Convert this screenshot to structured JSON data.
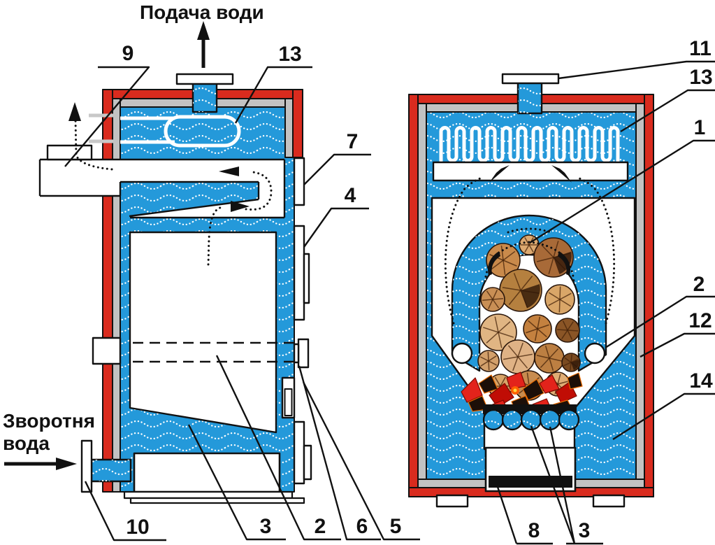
{
  "annotations": {
    "supply_water": "Подача води",
    "return_water": "Зворотня вода"
  },
  "callout_numbers": {
    "left_view": {
      "flue_gas_duct": "9",
      "heating_coil": "13",
      "upper_door": "7",
      "middle_door": "4",
      "return_inlet": "10",
      "water_slope": "3",
      "air_channel": "2",
      "damper_handle": "6",
      "damper_slot": "5"
    },
    "right_view": {
      "supply_flange": "11",
      "heating_coil": "13",
      "combustion_arch": "1",
      "air_nozzle": "2",
      "insulation": "12",
      "water_jacket": "14",
      "ash_pan": "8",
      "grate_tubes": "3"
    }
  },
  "colors": {
    "shell_red": "#D92B1E",
    "insulation_gray": "#C2C2C2",
    "water_blue": "#2499DA",
    "outline": "#111111",
    "ember_red": "#E3231B",
    "wood_tan": "#D9A066"
  }
}
